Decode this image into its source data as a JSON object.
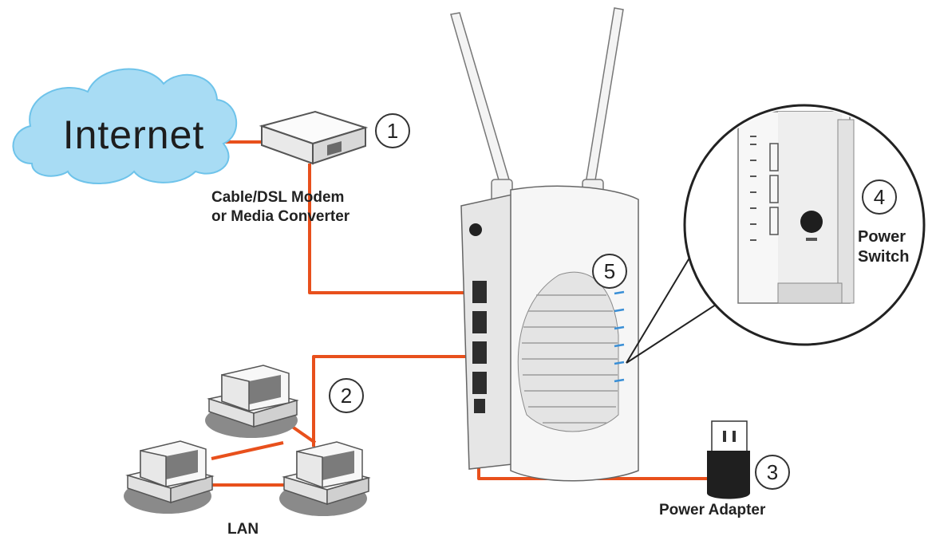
{
  "title": "",
  "cloud_label": "Internet",
  "modem_label_line1": "Cable/DSL Modem",
  "modem_label_line2": "or Media Converter",
  "lan_label": "LAN",
  "power_adapter_label": "Power Adapter",
  "power_switch_line1": "Power",
  "power_switch_line2": "Switch",
  "callouts": [
    "1",
    "2",
    "3",
    "4",
    "5"
  ],
  "colors": {
    "cable": "#e8501c",
    "cloud": "#a8dcf4",
    "cloud_outline": "#6ec3ea",
    "device_body": "#f2f2f2",
    "outline": "#555555",
    "led": "#3a8fd6",
    "computer_shadow": "#8a8a8a"
  }
}
